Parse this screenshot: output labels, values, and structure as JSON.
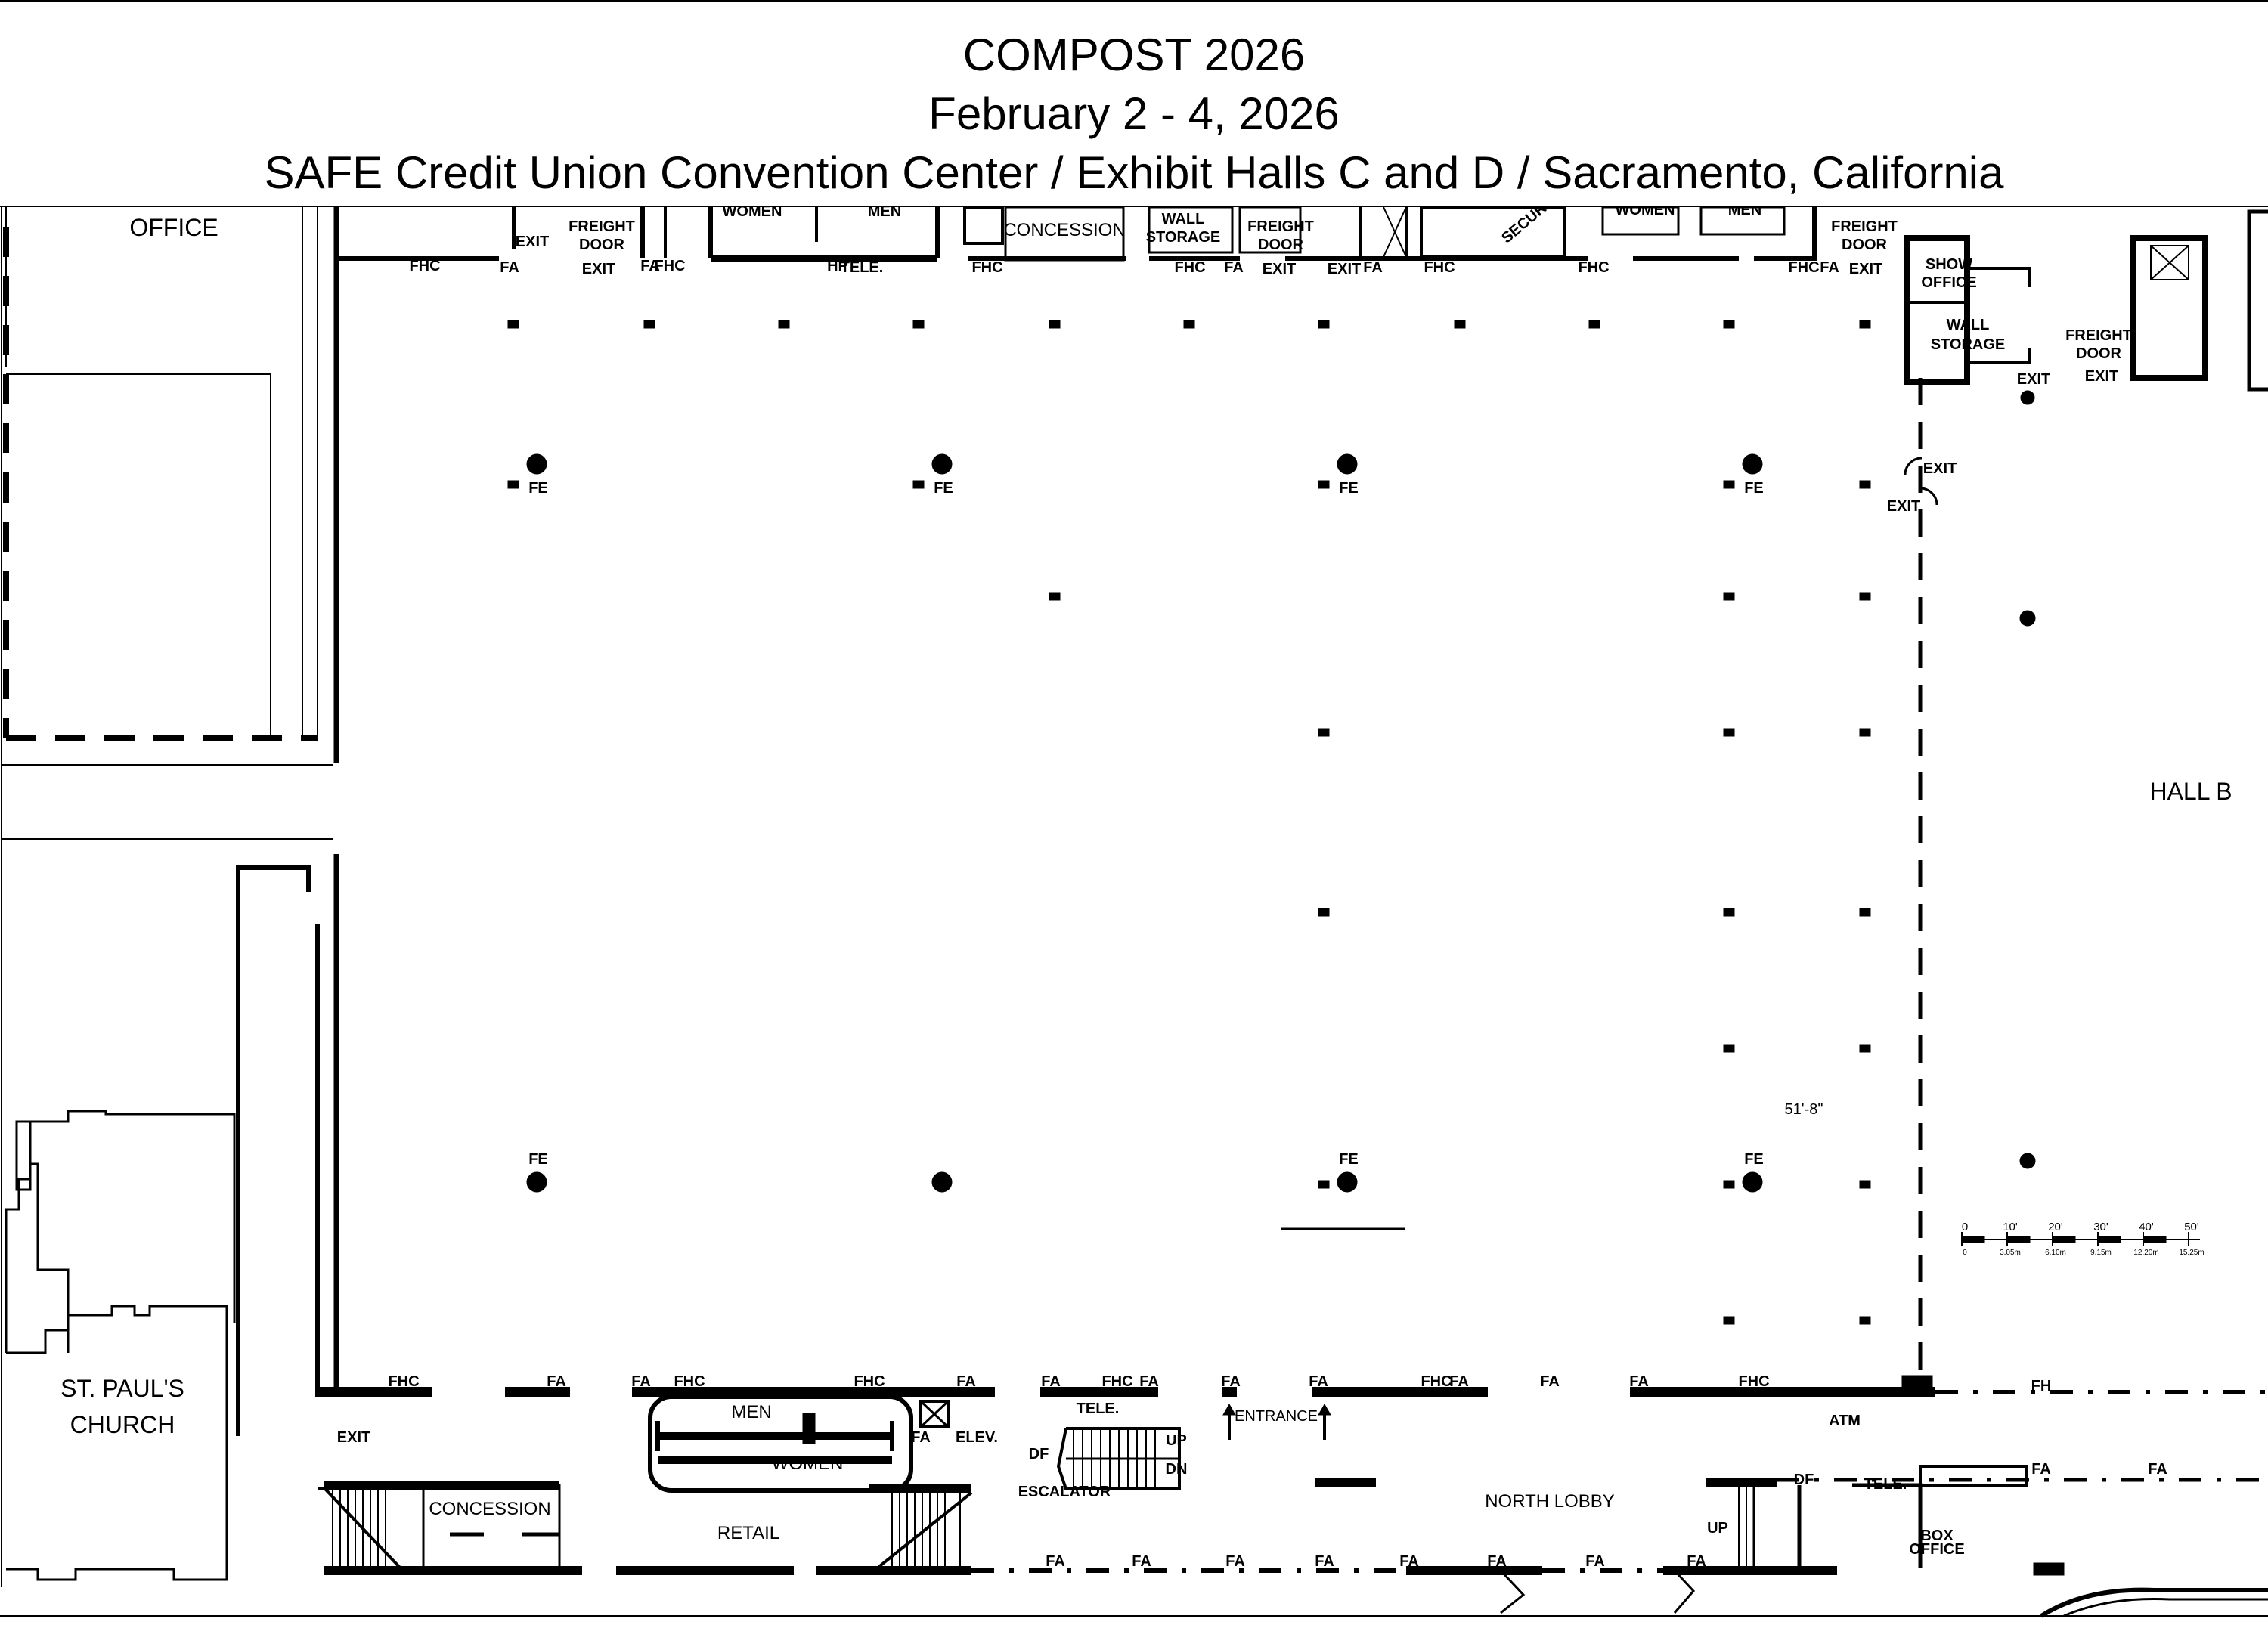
{
  "header": {
    "title": "COMPOST 2026",
    "dates": "February 2 - 4, 2026",
    "venue": "SAFE Credit Union Convention Center / Exhibit Halls C and D / Sacramento, California"
  },
  "labels": {
    "office": "OFFICE",
    "exit": "EXIT",
    "freight": "FREIGHT",
    "door": "DOOR",
    "fa": "FA",
    "fhc": "FHC",
    "fe": "FE",
    "fh": "FH",
    "women": "WOMEN",
    "men": "MEN",
    "hp": "HP",
    "tele": "TELE.",
    "concession": "CONCESSION",
    "wall": "WALL",
    "storage": "STORAGE",
    "security": "SECUR",
    "show": "SHOW",
    "show_office": "OFFICE",
    "hall_b": "HALL B",
    "dimension": "51'-8\"",
    "st_pauls": "ST. PAUL'S",
    "church": "CHURCH",
    "retail": "RETAIL",
    "elev": "ELEV.",
    "df": "DF",
    "up": "UP",
    "dn": "DN",
    "escalator": "ESCALATOR",
    "entrance": "ENTRANCE",
    "north_lobby": "NORTH LOBBY",
    "atm": "ATM",
    "box": "BOX",
    "box_office": "OFFICE"
  },
  "scale_bar": {
    "feet": [
      "0",
      "10'",
      "20'",
      "30'",
      "40'",
      "50'"
    ],
    "meters": [
      "0",
      "3.05m",
      "6.10m",
      "9.15m",
      "12.20m",
      "15.25m"
    ]
  }
}
